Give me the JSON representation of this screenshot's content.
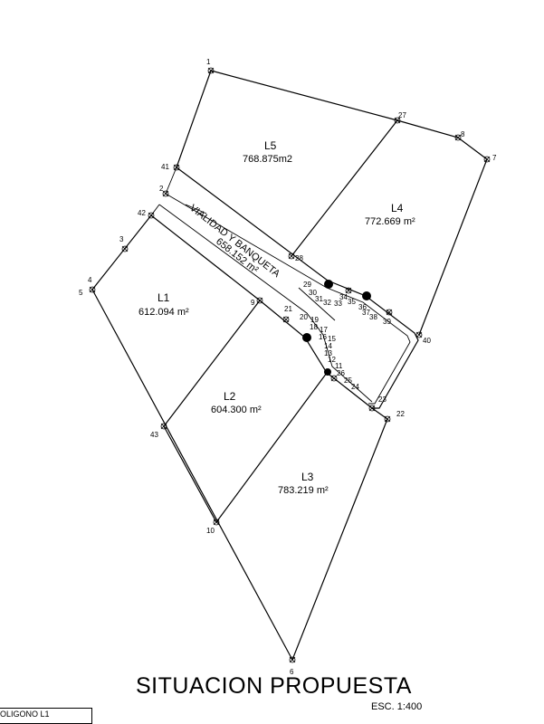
{
  "drawing": {
    "title": "SITUACION PROPUESTA",
    "scale": "ESC. 1:400",
    "legend": "OLIGONO L1"
  },
  "lots": [
    {
      "name": "L5",
      "area": "768.875m2"
    },
    {
      "name": "L4",
      "area": "772.669 m²"
    },
    {
      "name": "L1",
      "area": "612.094 m²"
    },
    {
      "name": "L2",
      "area": "604.300 m²"
    },
    {
      "name": "L3",
      "area": "783.219 m²"
    }
  ],
  "road": {
    "label": "VIALIDAD Y BANQUETA",
    "area": "658.152 m²"
  },
  "points": [
    "1",
    "2",
    "3",
    "4",
    "5",
    "6",
    "7",
    "8",
    "9",
    "10",
    "11",
    "12",
    "13",
    "14",
    "15",
    "16",
    "17",
    "18",
    "19",
    "20",
    "21",
    "22",
    "23",
    "24",
    "25",
    "26",
    "27",
    "28",
    "29",
    "30",
    "31",
    "32",
    "33",
    "34",
    "35",
    "36",
    "37",
    "38",
    "39",
    "40",
    "41",
    "42",
    "43"
  ]
}
